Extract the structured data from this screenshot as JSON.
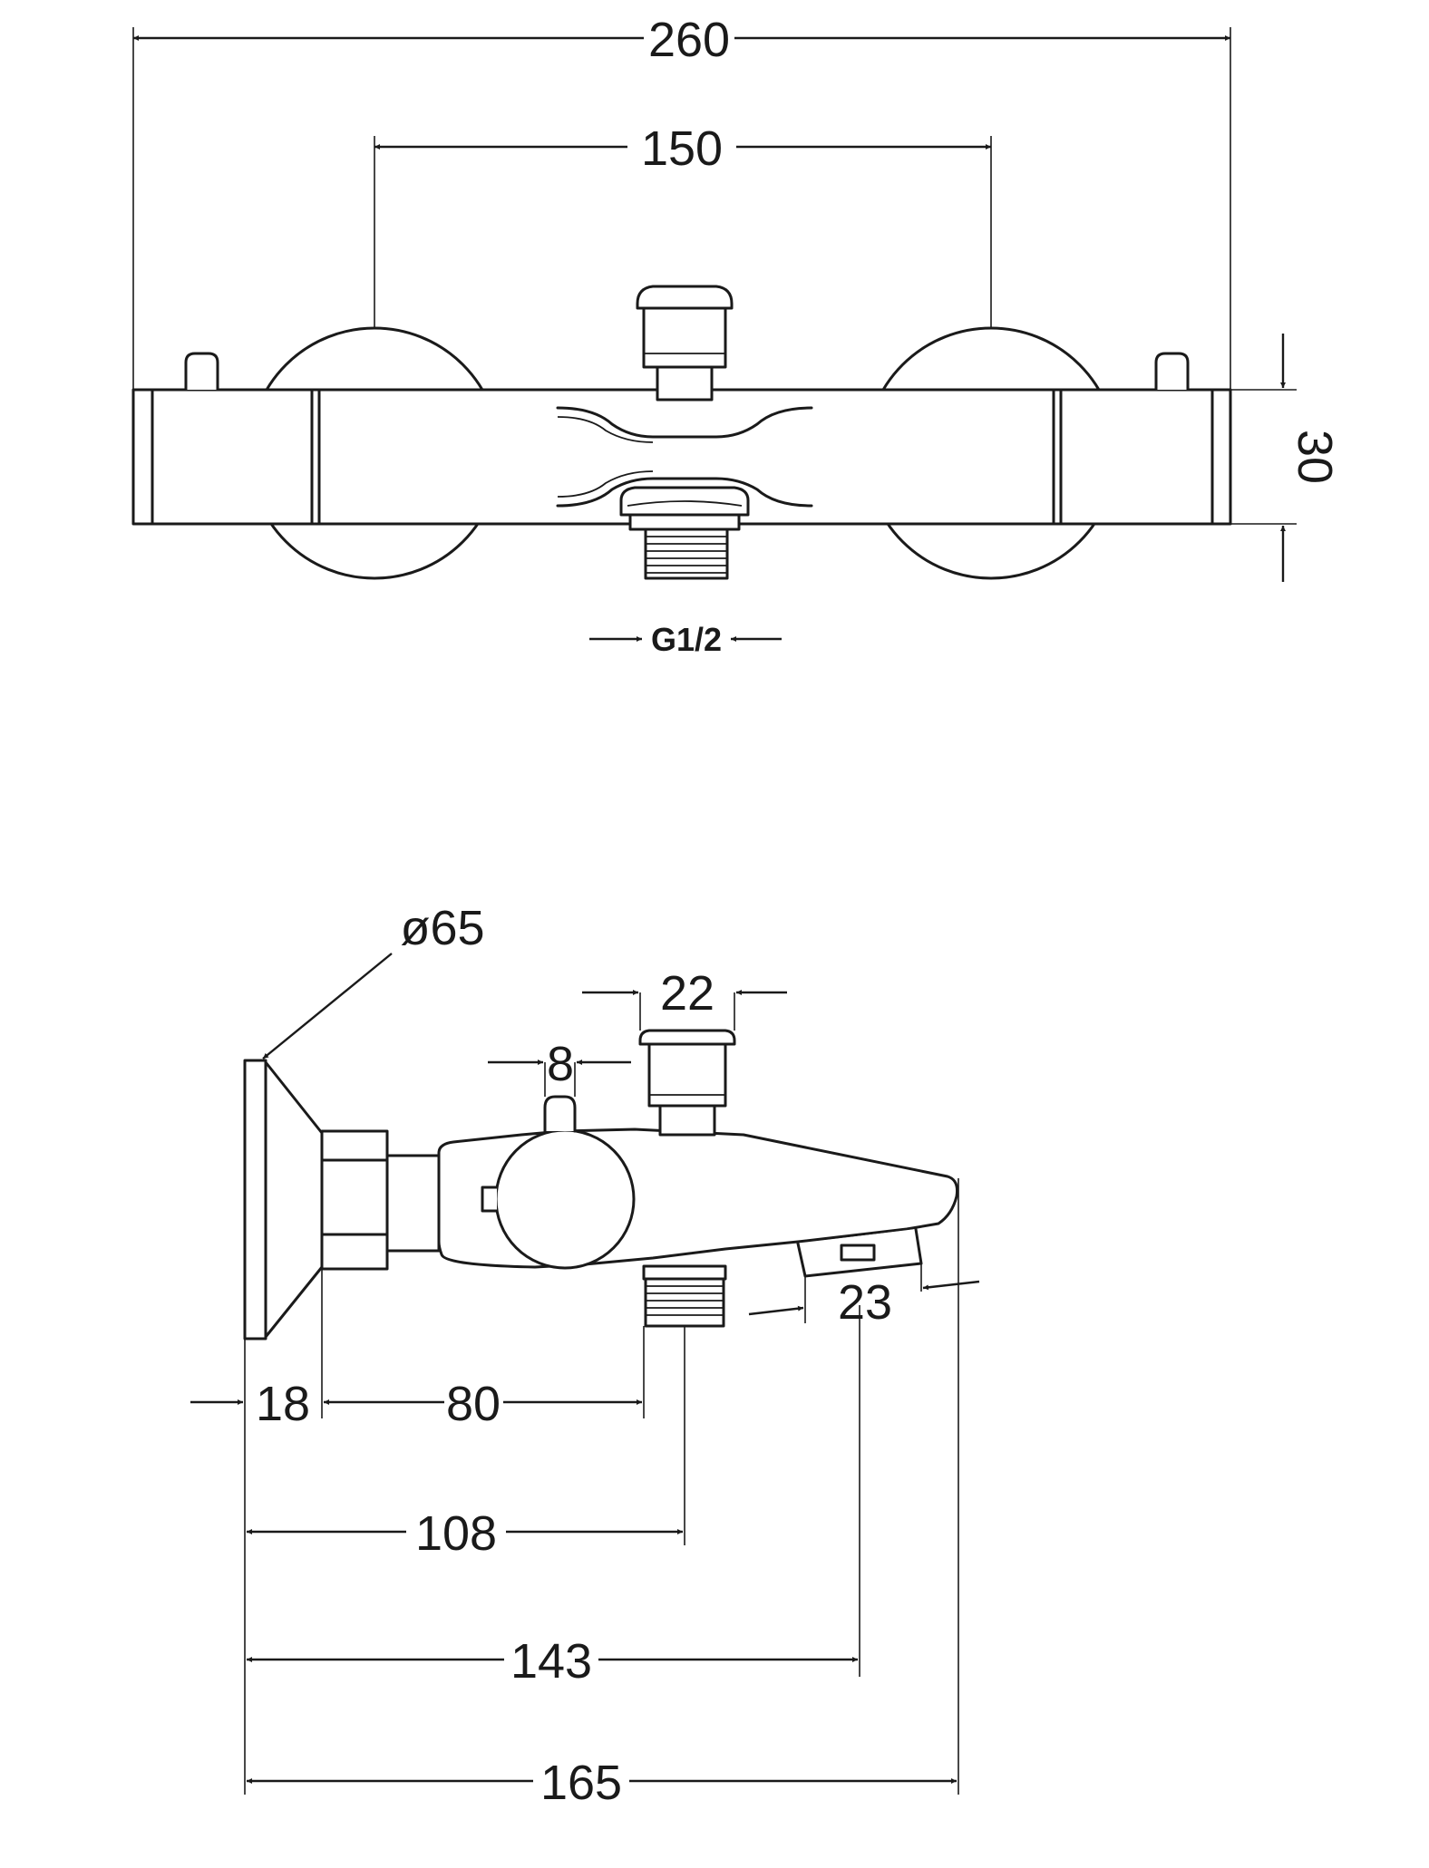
{
  "top_view": {
    "dim_overall_width": "260",
    "dim_centers": "150",
    "dim_height": "30",
    "dim_thread": "G1/2"
  },
  "side_view": {
    "dim_diameter": "ø65",
    "dim_outlet_width": "22",
    "dim_knob_width": "8",
    "dim_spout_end": "23",
    "dim_plate": "18",
    "dim_body": "80",
    "dim_outlet_pos": "108",
    "dim_spout_pos": "143",
    "dim_total_depth": "165"
  }
}
